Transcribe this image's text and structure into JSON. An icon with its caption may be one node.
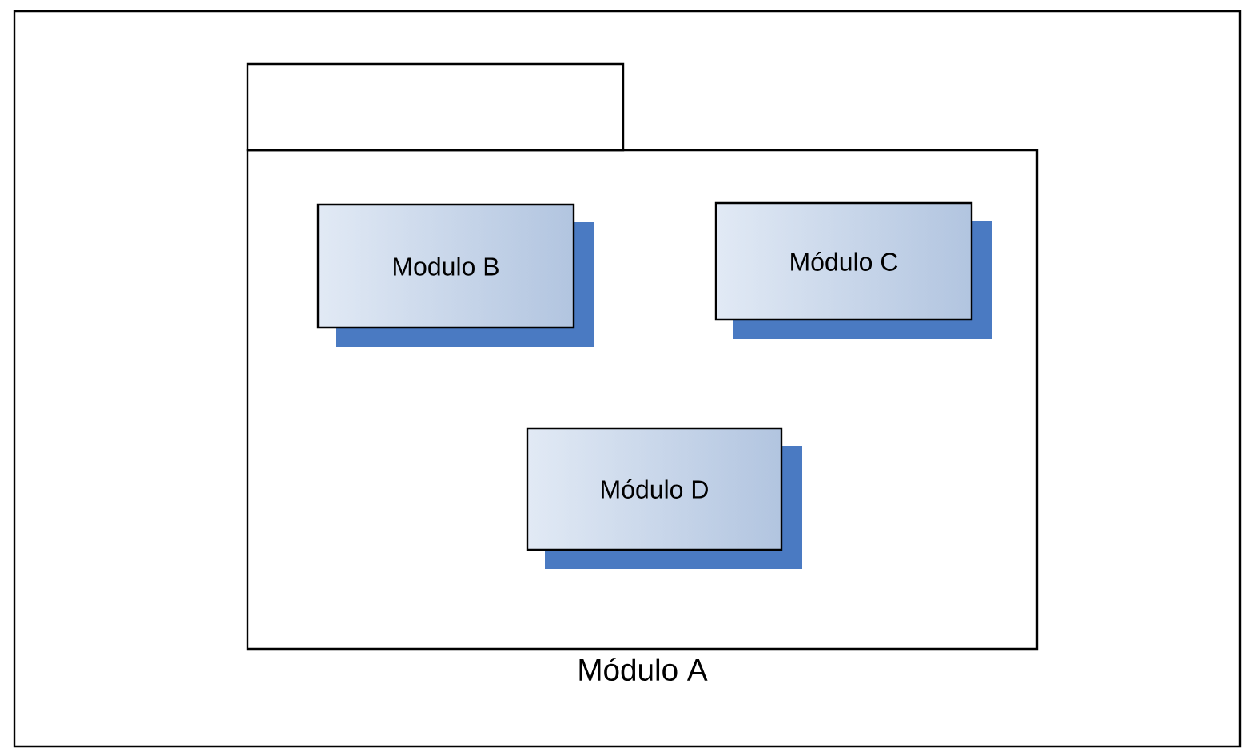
{
  "diagram": {
    "nodes": [
      {
        "text": [
          "Módulo A"
        ]
      },
      {
        "text": [
          "Modulo B"
        ],
        "in": 0
      },
      {
        "text": [
          "Módulo C"
        ],
        "in": 0
      },
      {
        "text": [
          "Módulo D"
        ],
        "in": 0
      }
    ]
  }
}
